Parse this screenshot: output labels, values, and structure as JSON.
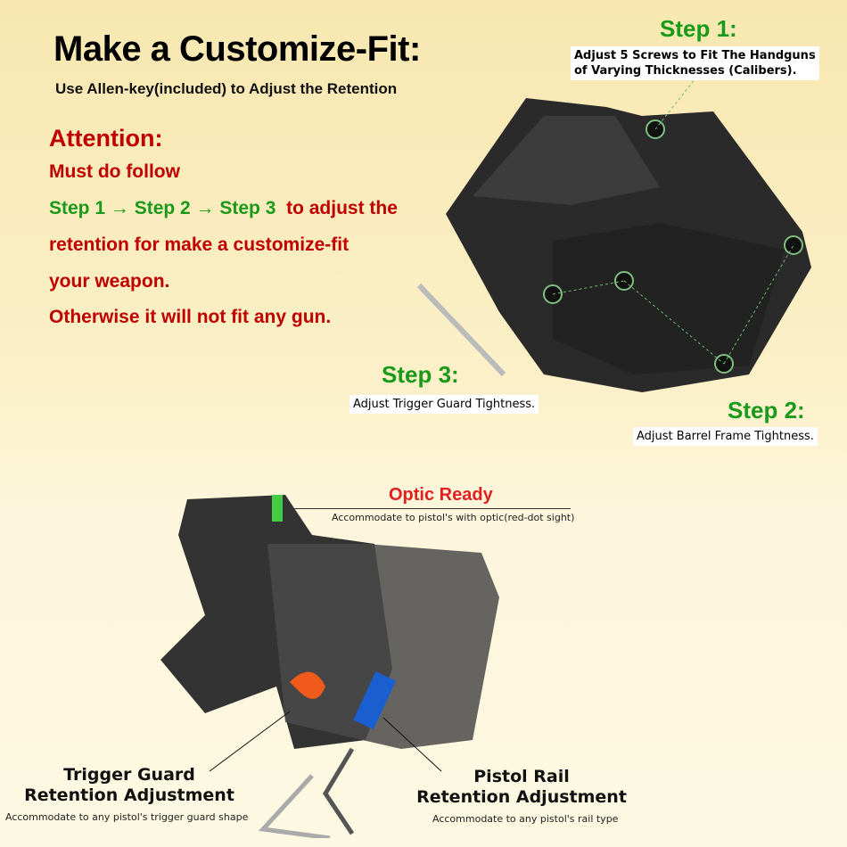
{
  "header": {
    "title": "Make a Customize-Fit:",
    "subtitle": "Use Allen-key(included) to Adjust the Retention"
  },
  "attention": {
    "title": "Attention:",
    "line1": "Must do follow",
    "steps_seq": "Step 1 → Step 2 → Step 3",
    "line2_rest": "to adjust the",
    "line3": "retention for make a customize-fit",
    "line4": "your weapon.",
    "line5": "Otherwise it will not fit any gun."
  },
  "steps": [
    {
      "title": "Step 1:",
      "text_line1": "Adjust 5 Screws to Fit The Handguns",
      "text_line2": "of Varying Thicknesses (Calibers)."
    },
    {
      "title": "Step 2:",
      "text": "Adjust Barrel Frame Tightness."
    },
    {
      "title": "Step 3:",
      "text": "Adjust Trigger Guard Tightness."
    }
  ],
  "optic": {
    "title": "Optic Ready",
    "desc": "Accommodate to pistol's with optic(red-dot sight)"
  },
  "trigger_guard": {
    "line1": "Trigger Guard",
    "line2": "Retention Adjustment",
    "desc": "Accommodate to any pistol's trigger guard shape"
  },
  "pistol_rail": {
    "line1": "Pistol Rail",
    "line2": "Retention Adjustment",
    "desc": "Accommodate to any pistol's rail type"
  },
  "colors": {
    "red": "#c00000",
    "green": "#1a9a1a",
    "optic_red": "#e02020",
    "orange": "#f05a1a",
    "blue": "#1a5fd0"
  }
}
